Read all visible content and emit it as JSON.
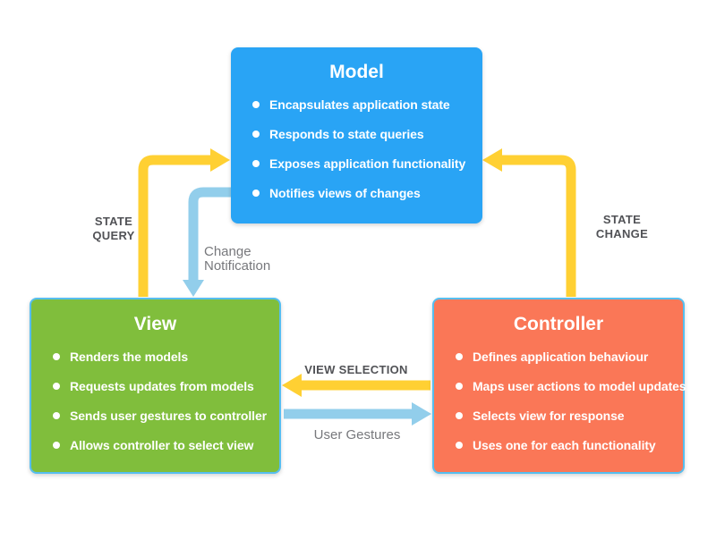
{
  "boxes": {
    "model": {
      "title": "Model",
      "color": "#29A4F5",
      "items": [
        "Encapsulates application state",
        "Responds to state queries",
        "Exposes application functionality",
        "Notifies views of changes"
      ]
    },
    "view": {
      "title": "View",
      "color": "#80BE3C",
      "border_color": "#56BEEF",
      "items": [
        "Renders the models",
        "Requests updates from models",
        "Sends user gestures to controller",
        "Allows controller to select view"
      ]
    },
    "controller": {
      "title": "Controller",
      "color": "#FA7757",
      "border_color": "#56BEEF",
      "items": [
        "Defines application behaviour",
        "Maps user actions to model updates",
        "Selects view for response",
        "Uses one for each functionality"
      ]
    }
  },
  "arrows": {
    "state_query": {
      "label": "STATE QUERY",
      "color": "#FFD033",
      "from": "View",
      "to": "Model"
    },
    "change_notification": {
      "label": "Change Notification",
      "color": "#92CEEB",
      "from": "Model",
      "to": "View"
    },
    "state_change": {
      "label": "STATE CHANGE",
      "color": "#FFD033",
      "from": "Controller",
      "to": "Model"
    },
    "view_selection": {
      "label": "VIEW SELECTION",
      "color": "#FFD033",
      "from": "Controller",
      "to": "View"
    },
    "user_gestures": {
      "label": "User Gestures",
      "color": "#92CEEB",
      "from": "View",
      "to": "Controller"
    }
  },
  "style": {
    "background": "#FFFFFF",
    "bold_label_color": "#515256",
    "gray_label_color": "#77787C"
  }
}
